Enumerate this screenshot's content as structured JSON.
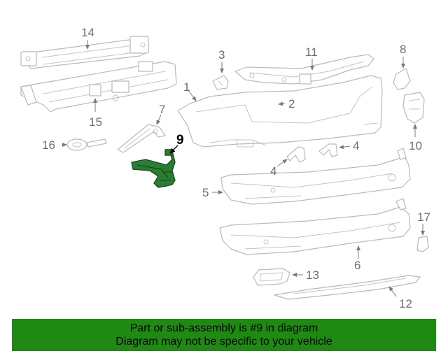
{
  "callouts": {
    "c1": "1",
    "c2": "2",
    "c3": "3",
    "c4a": "4",
    "c4b": "4",
    "c5": "5",
    "c6": "6",
    "c7": "7",
    "c8": "8",
    "c9": "9",
    "c10": "10",
    "c11": "11",
    "c12": "12",
    "c13": "13",
    "c14": "14",
    "c15": "15",
    "c16": "16",
    "c17": "17"
  },
  "highlighted_part": "9",
  "colors": {
    "highlight": "#2b7d33",
    "banner": "#1f8a12",
    "line": "#b9b9b9"
  },
  "banner": {
    "line1": "Part or sub-assembly is #9 in diagram",
    "line2": "Diagram may not be specific to your vehicle"
  }
}
